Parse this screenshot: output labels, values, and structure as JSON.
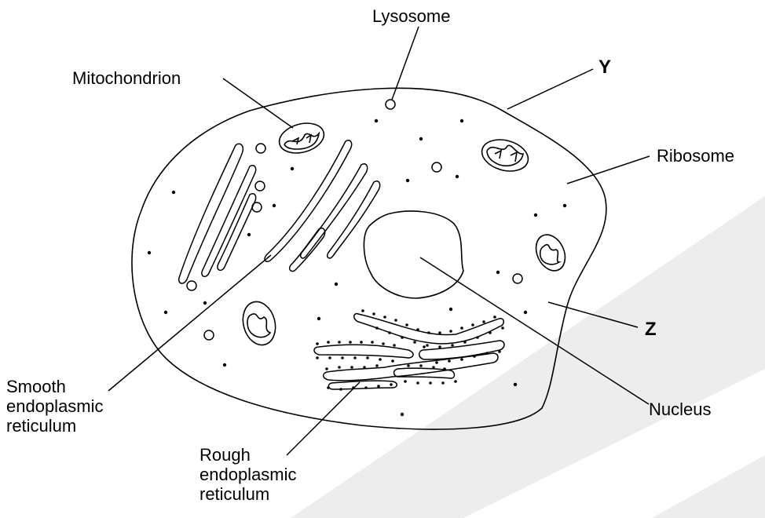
{
  "labels": {
    "lysosome": "Lysosome",
    "mitochondrion": "Mitochondrion",
    "y": "Y",
    "ribosome": "Ribosome",
    "z": "Z",
    "nucleus": "Nucleus",
    "smooth_er": [
      "Smooth",
      "endoplasmic",
      "reticulum"
    ],
    "rough_er": [
      "Rough",
      "endoplasmic",
      "reticulum"
    ]
  },
  "colors": {
    "ink": "#000000",
    "background": "#ffffff",
    "watermark": "#ececec"
  }
}
